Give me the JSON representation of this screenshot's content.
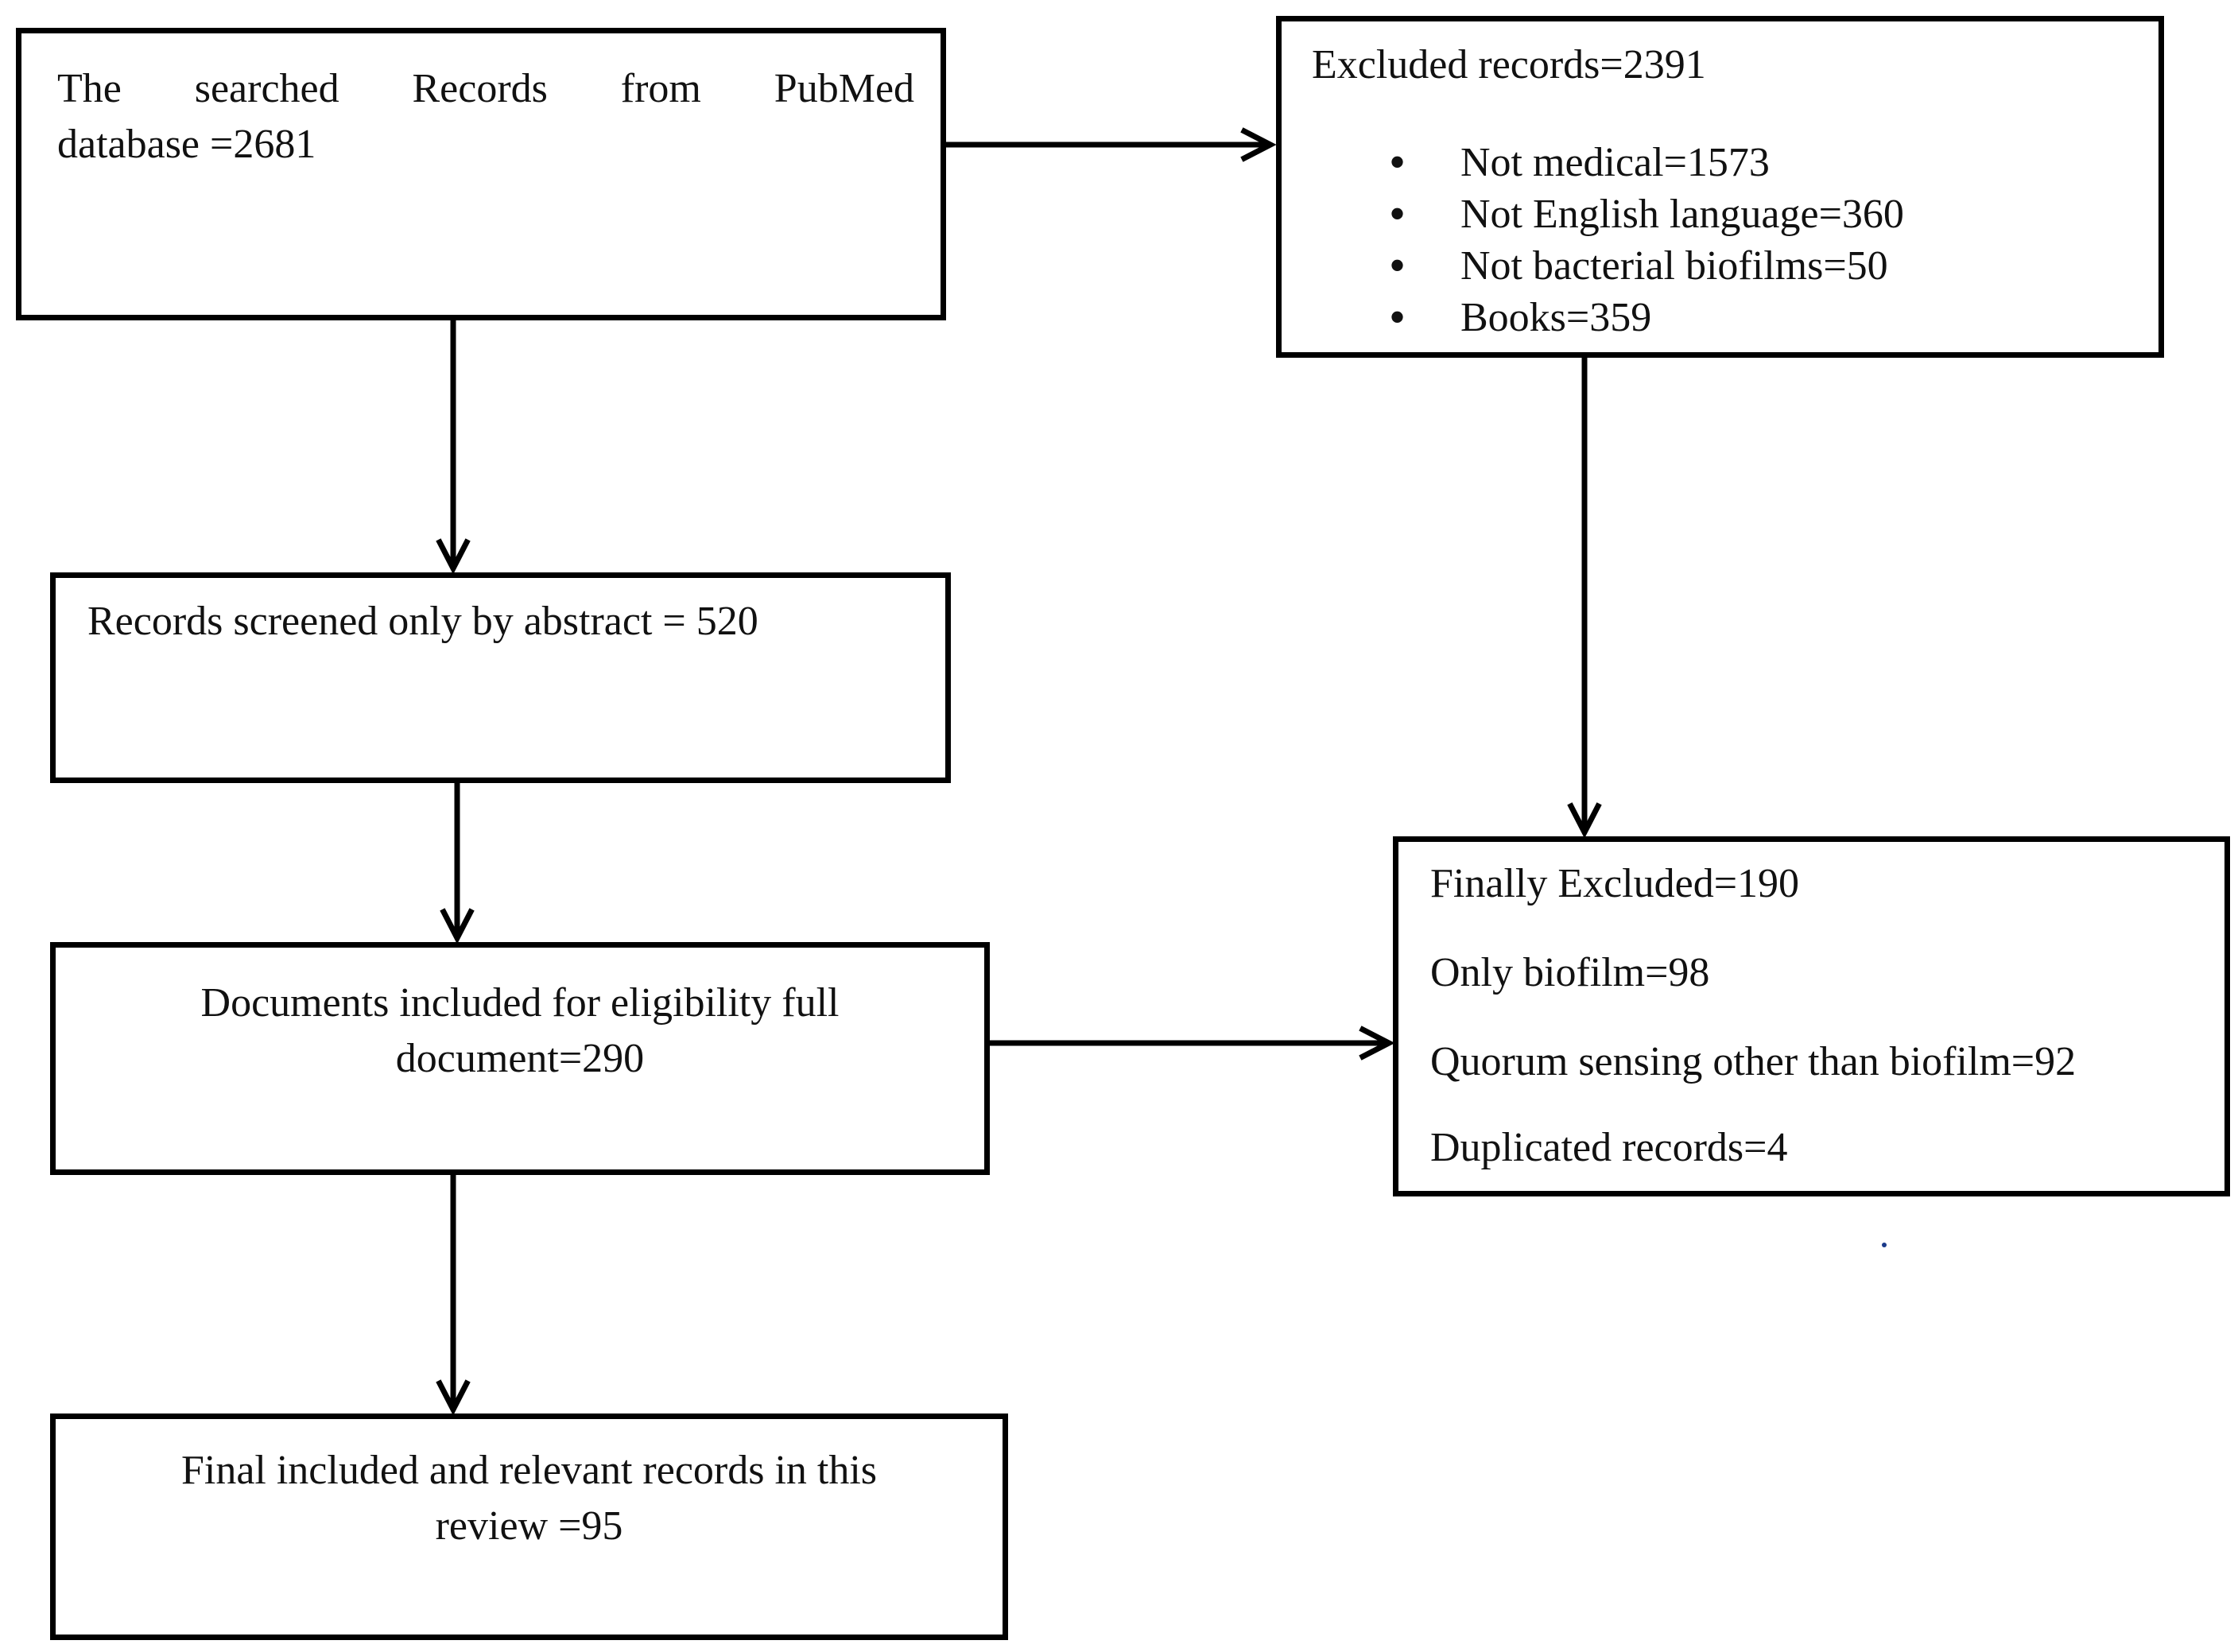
{
  "search": {
    "line1": [
      "The",
      "searched",
      "Records",
      "from",
      "PubMed"
    ],
    "line2": "database =2681"
  },
  "excluded": {
    "title": "Excluded records=2391",
    "items": [
      "Not medical=1573",
      "Not English language=360",
      "Not bacterial biofilms=50",
      "Books=359"
    ]
  },
  "screened": {
    "text": "Records screened only by abstract = 520"
  },
  "eligibility": {
    "line1": "Documents included for eligibility full",
    "line2": "document=290"
  },
  "final_excluded": {
    "title": "Finally Excluded=190",
    "items": [
      "Only biofilm=98",
      "Quorum sensing other than biofilm=92",
      "Duplicated records=4"
    ]
  },
  "included": {
    "line1": "Final included and relevant records in this",
    "line2": "review =95"
  }
}
